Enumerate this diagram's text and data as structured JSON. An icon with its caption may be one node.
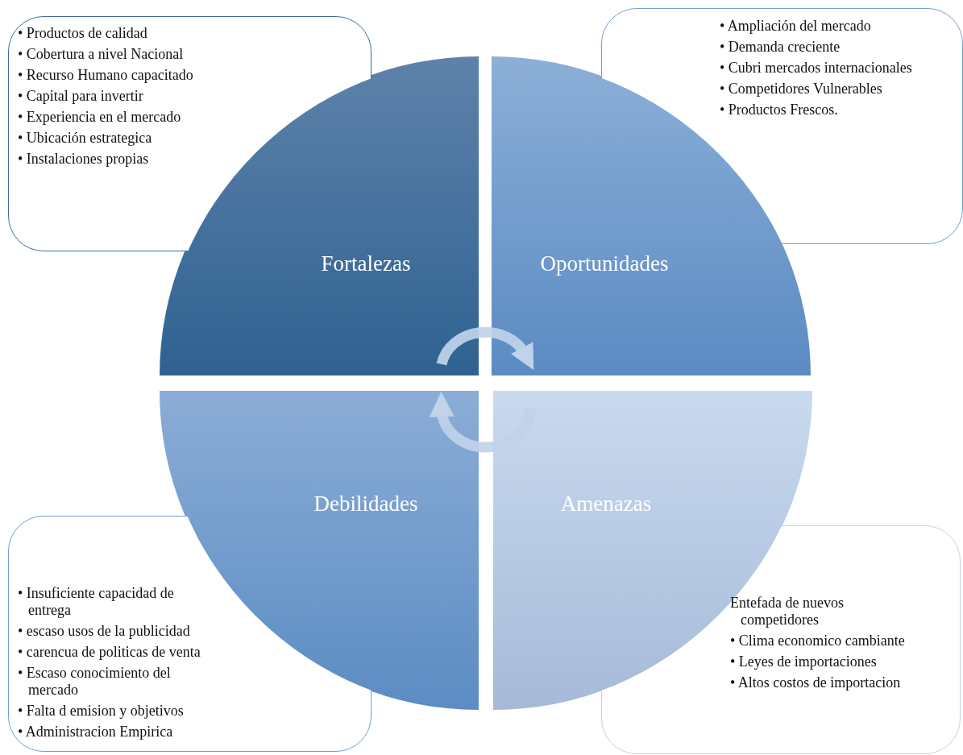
{
  "diagram": {
    "nodes": [
      {
        "text": [
          "• Productos de calidad",
          "• Cobertura a nivel Nacional",
          "• Recurso Humano capacitado",
          "• Capital para invertir",
          "• Experiencia en el mercado",
          "• Ubicación estrategica",
          "• Instalaciones propias"
        ]
      },
      {
        "text": [
          "• Ampliación del mercado",
          "• Demanda creciente",
          "• Cubri mercados internacionales",
          "• Competidores Vulnerables",
          "• Productos Frescos."
        ]
      },
      {
        "text": [
          "Fortalezas"
        ]
      },
      {
        "text": [
          "Oportunidades"
        ]
      },
      {
        "text": [
          "Debilidades"
        ]
      },
      {
        "text": [
          "Amenazas"
        ]
      },
      {
        "text": [
          "• Insuficiente capacidad de entrega",
          "• escaso usos de la publicidad",
          "• carencua de politicas de venta",
          "• Escaso conocimiento del mercado",
          "• Falta d emision y objetivos",
          "• Administracion Empirica"
        ]
      },
      {
        "text": [
          "Entefada de nuevos competidores",
          "• Clima economico cambiante",
          "• Leyes de importaciones",
          "• Altos costos de importacion"
        ]
      }
    ],
    "edges": [
      {
        "from": 2,
        "to": 3,
        "arrow": "to"
      },
      {
        "from": 5,
        "to": 4,
        "arrow": "to"
      }
    ]
  }
}
